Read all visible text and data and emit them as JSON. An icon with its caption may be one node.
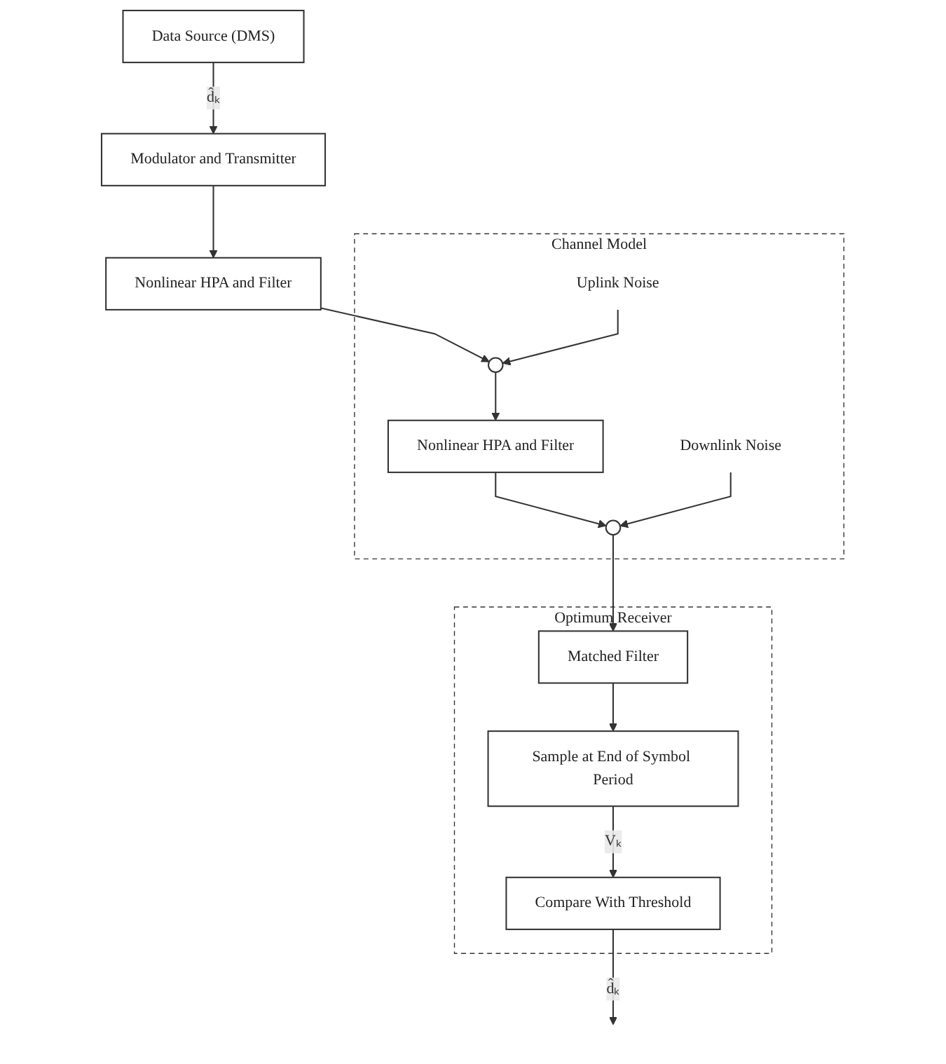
{
  "diagram": {
    "nodes": [
      {
        "text": [
          "Data Source (DMS)"
        ]
      },
      {
        "text": [
          "Modulator and Transmitter"
        ]
      },
      {
        "text": [
          "Nonlinear HPA and Filter"
        ]
      },
      {
        "text": [
          "Channel Model"
        ]
      },
      {
        "text": [
          "Uplink Noise"
        ],
        "in": 3
      },
      {
        "text": [],
        "shape": "circle",
        "in": 3
      },
      {
        "text": [
          "Nonlinear HPA and Filter"
        ],
        "in": 3
      },
      {
        "text": [
          "Downlink Noise"
        ],
        "in": 3
      },
      {
        "text": [],
        "shape": "circle",
        "in": 3
      },
      {
        "text": [
          "Optimum Receiver"
        ]
      },
      {
        "text": [
          "Matched Filter"
        ],
        "in": 9
      },
      {
        "text": [
          "Sample at End of Symbol Period"
        ],
        "in": 9
      },
      {
        "text": [
          "Compare With Threshold"
        ],
        "in": 9
      }
    ],
    "edges": [
      {
        "from": 0,
        "to": 1,
        "arrow": "to",
        "label": "d̂ₖ"
      },
      {
        "from": 1,
        "to": 2,
        "arrow": "to"
      },
      {
        "from": 2,
        "to": 5,
        "arrow": "to"
      },
      {
        "from": 4,
        "to": 5,
        "arrow": "to"
      },
      {
        "from": 5,
        "to": 6,
        "arrow": "to"
      },
      {
        "from": 6,
        "to": 8,
        "arrow": "to"
      },
      {
        "from": 7,
        "to": 8,
        "arrow": "to"
      },
      {
        "from": 8,
        "to": 10,
        "arrow": "to"
      },
      {
        "from": 10,
        "to": 11,
        "arrow": "to"
      },
      {
        "from": 11,
        "to": 12,
        "arrow": "to",
        "label": "Vₖ"
      },
      {
        "from": 12,
        "to": null,
        "arrow": "to",
        "label": "d̂ₖ"
      }
    ]
  }
}
